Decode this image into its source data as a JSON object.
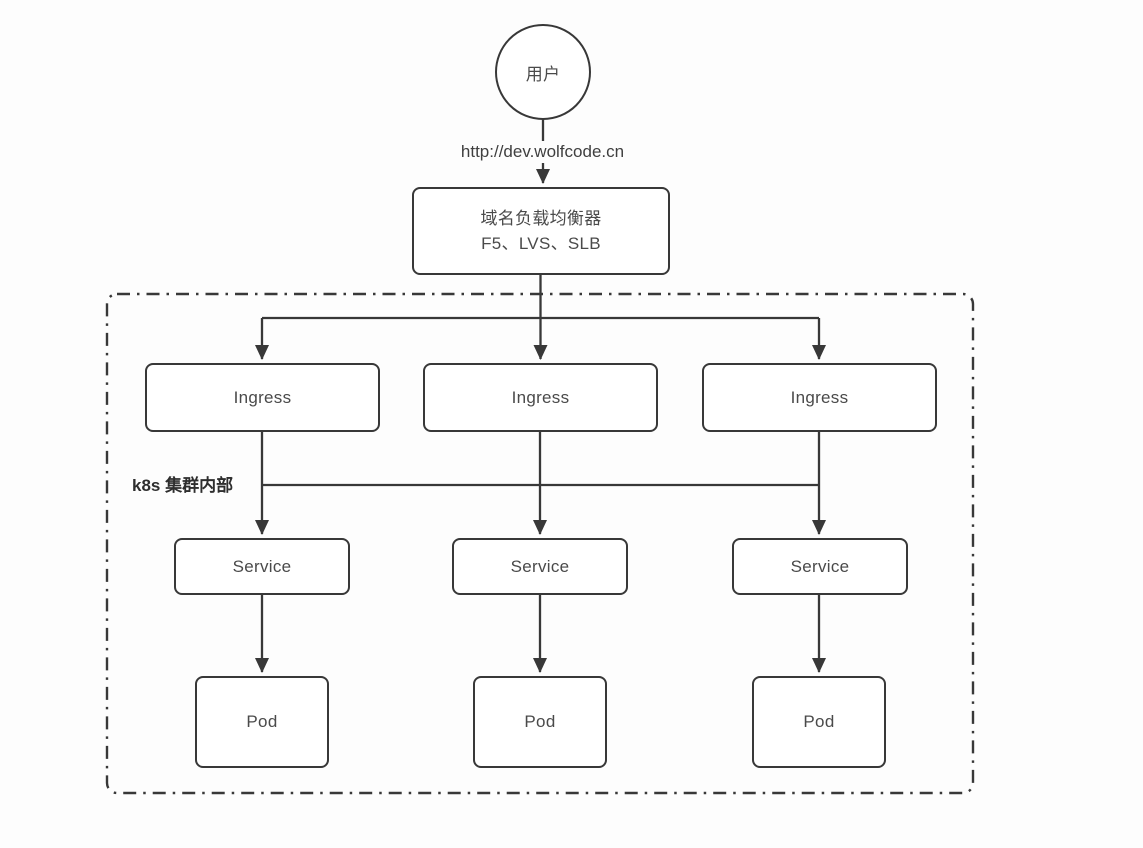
{
  "diagram": {
    "user": {
      "label": "用户"
    },
    "request_url": "http://dev.wolfcode.cn",
    "load_balancer": {
      "line1": "域名负载均衡器",
      "line2": "F5、LVS、SLB"
    },
    "cluster": {
      "label": "k8s 集群内部"
    },
    "ingress_nodes": [
      {
        "label": "Ingress"
      },
      {
        "label": "Ingress"
      },
      {
        "label": "Ingress"
      }
    ],
    "service_nodes": [
      {
        "label": "Service"
      },
      {
        "label": "Service"
      },
      {
        "label": "Service"
      }
    ],
    "pod_nodes": [
      {
        "label": "Pod"
      },
      {
        "label": "Pod"
      },
      {
        "label": "Pod"
      }
    ]
  },
  "colors": {
    "stroke": "#383838",
    "text": "#4a4a4a",
    "label_text": "#2e2e2e",
    "background": "#fdfdfd"
  }
}
